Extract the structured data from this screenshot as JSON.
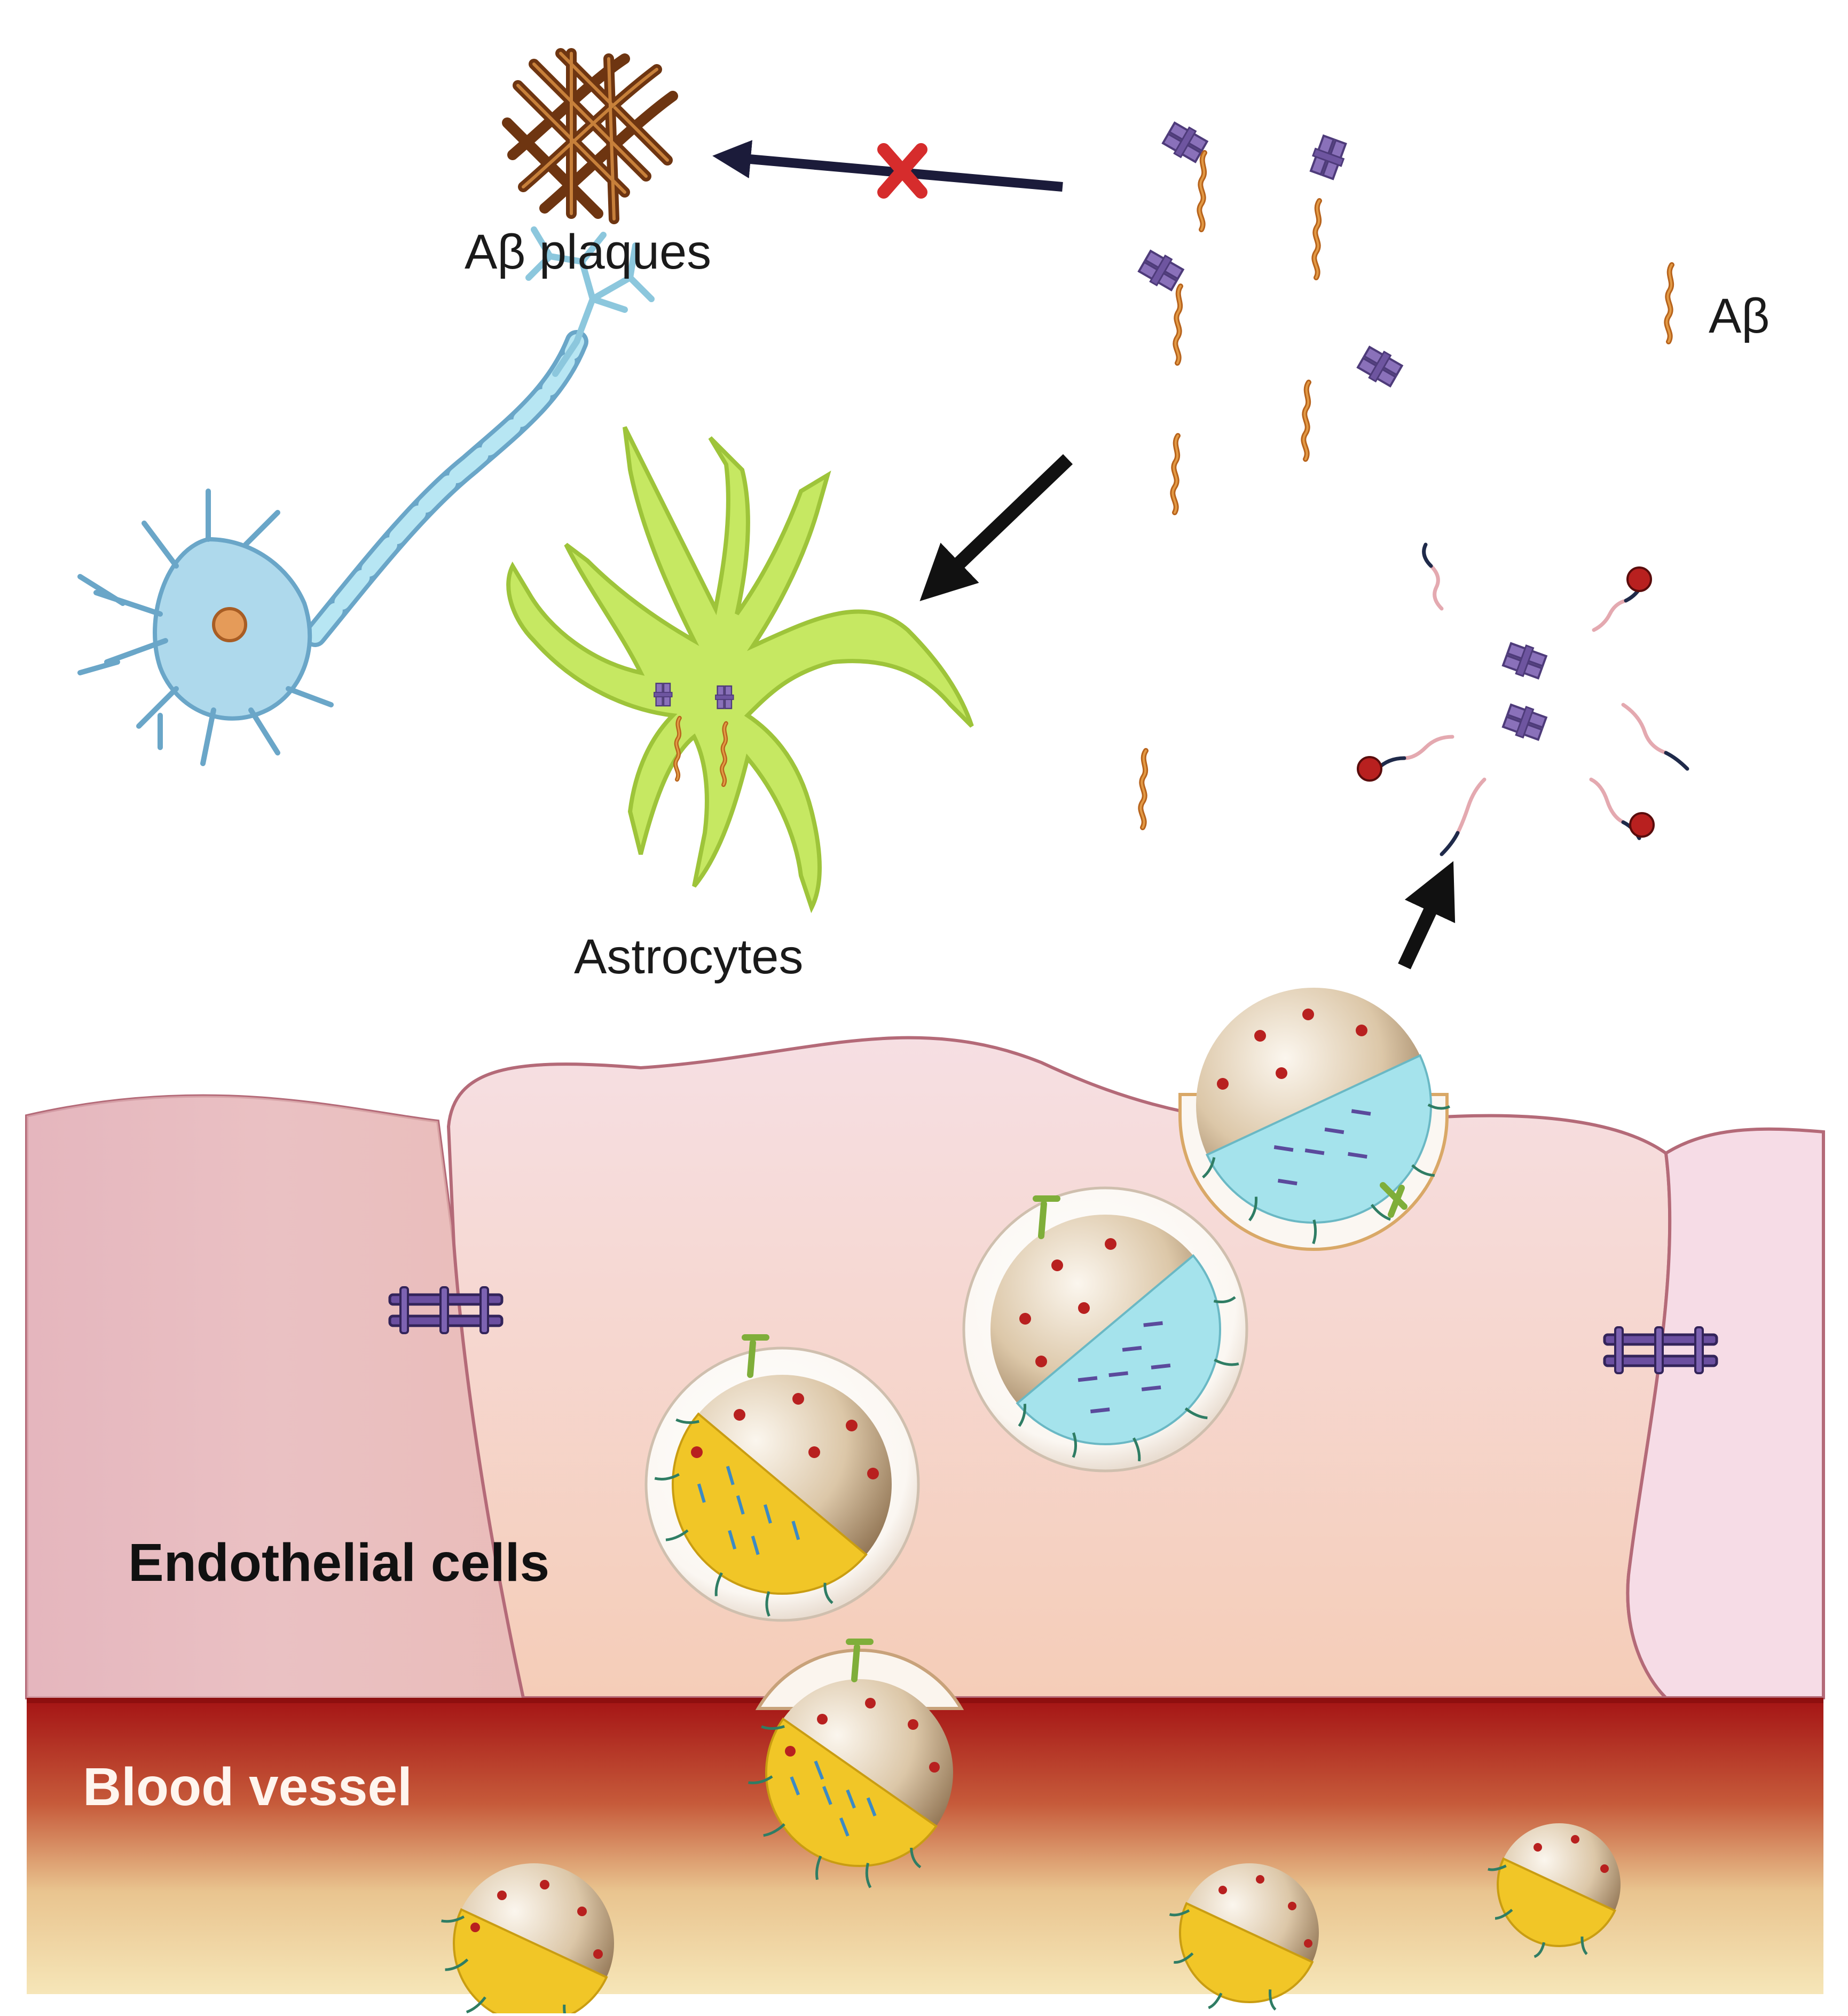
{
  "labels": {
    "ab_plaques": "Aβ plaques",
    "ab": "Aβ",
    "astrocytes": "Astrocytes",
    "endothelial_cells": "Endothelial cells",
    "blood_vessel": "Blood vessel"
  },
  "colors": {
    "amyloid_beta": "#c8701f",
    "plaque": "#8a4a1c",
    "antibody": "#7a5ea8",
    "neuron": "#a9d6ea",
    "astrocyte": "#b6e04a",
    "endothelium": "#f3cfd4",
    "endothelium_dark": "#d59aa5",
    "blood_vessel": "#a81f1f",
    "plasma": "#f1e2b0",
    "nanoparticle_shell": "#c9b08f",
    "nanoparticle_core_blood": "#f3cc2f",
    "nanoparticle_core_brain": "#9fe1ea",
    "inhibition_mark": "#d62c2c",
    "arrow": "#1b1b3a"
  },
  "icons": [
    "plaque-icon",
    "neuron-icon",
    "astrocyte-icon",
    "amyloid-beta-icon",
    "antibody-icon",
    "nanoparticle-icon",
    "tight-junction-icon",
    "inhibition-x-icon"
  ]
}
